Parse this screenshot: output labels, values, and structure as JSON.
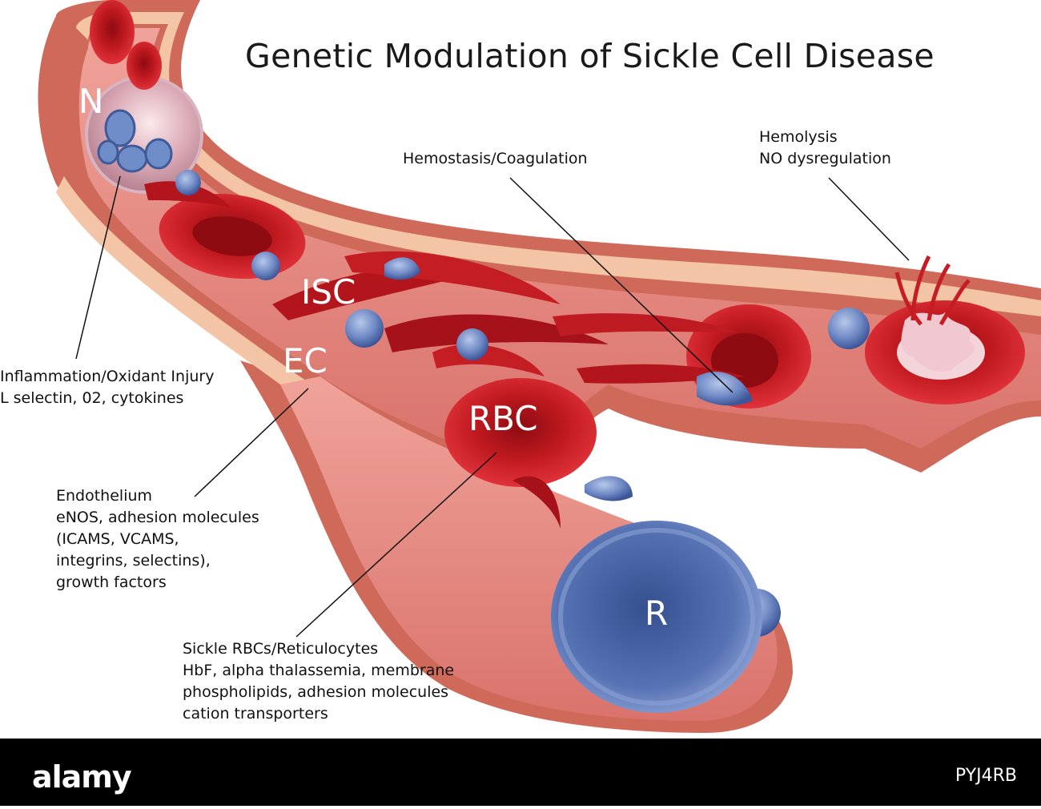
{
  "title": "Genetic Modulation of Sickle Cell Disease",
  "cell_tags": {
    "n": "N",
    "isc": "ISC",
    "ec": "EC",
    "rbc": "RBC",
    "r": "R"
  },
  "callouts": {
    "hemostasis": "Hemostasis/Coagulation",
    "hemolysis": [
      "Hemolysis",
      "NO dysregulation"
    ],
    "inflammation": [
      "Inflammation/Oxidant Injury",
      "L selectin, 02, cytokines"
    ],
    "endothelium": [
      "Endothelium",
      "eNOS, adhesion molecules",
      "(ICAMS, VCAMS,",
      "integrins, selectins),",
      "growth factors"
    ],
    "sickle": [
      "Sickle RBCs/Reticulocytes",
      "HbF, alpha thalassemia, membrane",
      "phospholipids, adhesion molecules",
      "cation transporters"
    ]
  },
  "footer": {
    "logo": "alamy",
    "image_id": "PYJ4RB"
  },
  "colors": {
    "vessel_outer": "#d9826b",
    "vessel_wall": "#f2c3a4",
    "lumen": "#e98f86",
    "rbc": "#b8141c",
    "reticulocyte": "#4f6aa8",
    "platelet": "#7f9ccf"
  }
}
